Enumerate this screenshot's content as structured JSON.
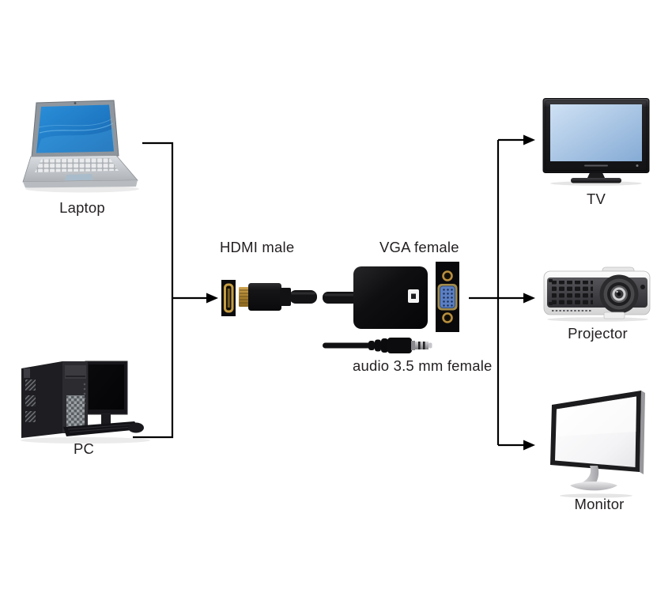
{
  "devices": {
    "laptop": {
      "label": "Laptop"
    },
    "pc": {
      "label": "PC"
    },
    "tv": {
      "label": "TV"
    },
    "projector": {
      "label": "Projector"
    },
    "monitor": {
      "label": "Monitor"
    }
  },
  "adapter": {
    "hdmi_label": "HDMI male",
    "vga_label": "VGA female",
    "audio_label": "audio 3.5 mm female"
  },
  "colors": {
    "line": "#000000",
    "text": "#231f20",
    "laptop_screen_blue": "#2285d5",
    "tv_screen_blue": "#b9d4ee",
    "vga_port_blue": "#5b7fc2",
    "hdmi_gold": "#c79d42"
  }
}
